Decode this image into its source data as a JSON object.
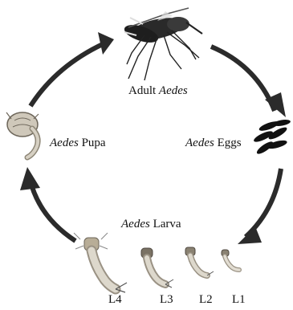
{
  "cycle": {
    "adult": {
      "species": "Aedes",
      "text": "Adult"
    },
    "eggs": {
      "species": "Aedes",
      "text": "Eggs"
    },
    "larva": {
      "species": "Aedes",
      "text": "Larva"
    },
    "pupa": {
      "species": "Aedes",
      "text": "Pupa"
    },
    "larva_stages": [
      "L4",
      "L3",
      "L2",
      "L1"
    ]
  },
  "colors": {
    "arrow": "#2b2b2b",
    "mosquito_dark": "#1e1e1e",
    "egg": "#111111",
    "larva_body": "#d9d4c7",
    "larva_shade": "#9a9284"
  }
}
